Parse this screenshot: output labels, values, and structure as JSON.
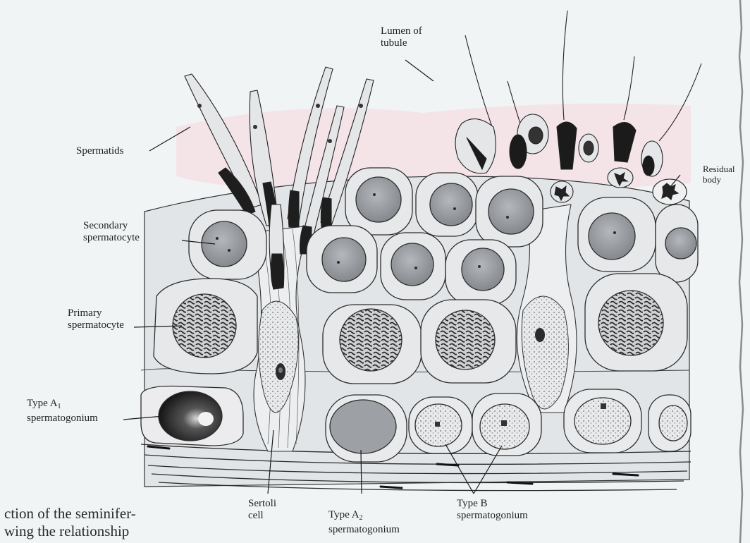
{
  "diagram": {
    "labels": {
      "lumen": {
        "line1": "Lumen of",
        "line2": "tubule"
      },
      "spermatids": "Spermatids",
      "residual_body": {
        "line1": "Residual",
        "line2": "body"
      },
      "secondary_spermatocyte": {
        "line1": "Secondary",
        "line2": "spermatocyte"
      },
      "primary_spermatocyte": {
        "line1": "Primary",
        "line2": "spermatocyte"
      },
      "type_a1": {
        "prefix": "Type A",
        "subscript": "1",
        "line2": "spermatogonium"
      },
      "sertoli": {
        "line1": "Sertoli",
        "line2": "cell"
      },
      "type_a2": {
        "prefix": "Type A",
        "subscript": "2",
        "line2": "spermatogonium"
      },
      "type_b": {
        "line1": "Type B",
        "line2": "spermatogonium"
      }
    },
    "caption": {
      "line1": "ction of the seminifer-",
      "line2": "wing the relationship"
    },
    "colors": {
      "background": "#f1f4f5",
      "lumen_tint": "#f4dfe3",
      "cell_fill": "#e6e8ea",
      "nucleus_fill": "#9c9ea3",
      "ink": "#1f1f1f"
    }
  }
}
